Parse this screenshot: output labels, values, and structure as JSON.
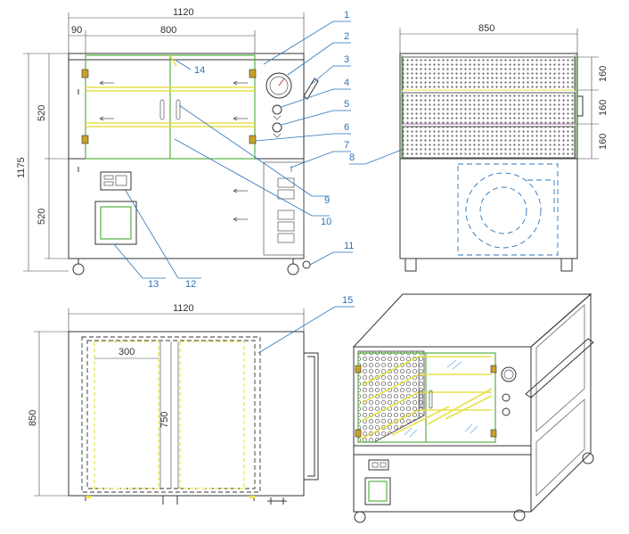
{
  "dimensions": {
    "front_width": "1120",
    "front_side_gap": "90",
    "front_inner_width": "800",
    "front_total_height": "1175",
    "front_upper_height": "520",
    "front_lower_height": "520",
    "side_width": "850",
    "side_panel_1": "160",
    "side_panel_2": "160",
    "side_panel_3": "160",
    "top_width": "1120",
    "top_depth": "850",
    "top_tray_width": "300",
    "top_tray_depth": "750"
  },
  "callouts": [
    "1",
    "2",
    "3",
    "4",
    "5",
    "6",
    "7",
    "8",
    "9",
    "10",
    "11",
    "12",
    "13",
    "14",
    "15"
  ],
  "colors": {
    "outline": "#333333",
    "callout": "#2a73b8",
    "door_frame": "#58b042",
    "rails": "#e8e04a",
    "hinge": "#c9a227"
  }
}
